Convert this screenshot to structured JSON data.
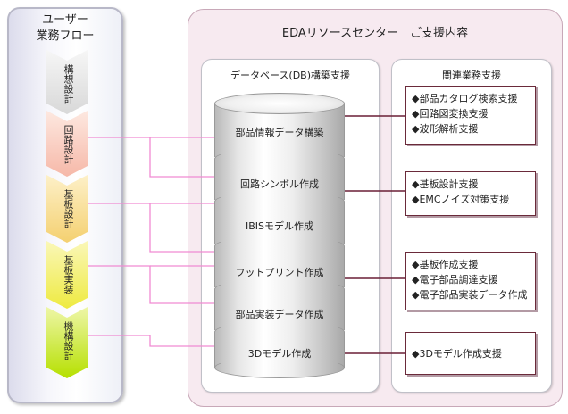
{
  "user_flow": {
    "title_line1": "ユーザー",
    "title_line2": "業務フロー",
    "steps": [
      {
        "label": "構想設計",
        "color_top": "#f6f6f6",
        "color_bottom": "#d8d8d8"
      },
      {
        "label": "回路設計",
        "color_top": "#fde8e0",
        "color_bottom": "#f6b8a8"
      },
      {
        "label": "基板設計",
        "color_top": "#fdf0c8",
        "color_bottom": "#f4d070"
      },
      {
        "label": "基板実装",
        "color_top": "#faf7b8",
        "color_bottom": "#eeea40"
      },
      {
        "label": "機構設計",
        "color_top": "#eef6a8",
        "color_bottom": "#b6e000"
      }
    ]
  },
  "center": {
    "title": "EDAリソースセンター　ご支援内容",
    "db_panel_title": "データベース(DB)構築支援",
    "biz_panel_title": "関連業務支援",
    "db_segments": [
      "部品情報データ構築",
      "回路シンボル作成",
      "IBISモデル作成",
      "フットプリント作成",
      "部品実装データ作成",
      "3Dモデル作成"
    ]
  },
  "support_boxes": [
    {
      "items": [
        "◆部品カタログ検索支援",
        "◆回路図変換支援",
        "◆波形解析支援"
      ]
    },
    {
      "items": [
        "◆基板設計支援",
        "◆EMCノイズ対策支援"
      ]
    },
    {
      "items": [
        "◆基板作成支援",
        "◆電子部品調達支援",
        "◆電子部品実装データ作成"
      ]
    },
    {
      "items": [
        "◆3Dモデル作成支援"
      ]
    }
  ],
  "colors": {
    "flow_connector": "#f08ad2",
    "support_connector": "#6a1f36",
    "box_border": "#6a2a3a",
    "center_panel_bg": "#f7eaf0"
  }
}
